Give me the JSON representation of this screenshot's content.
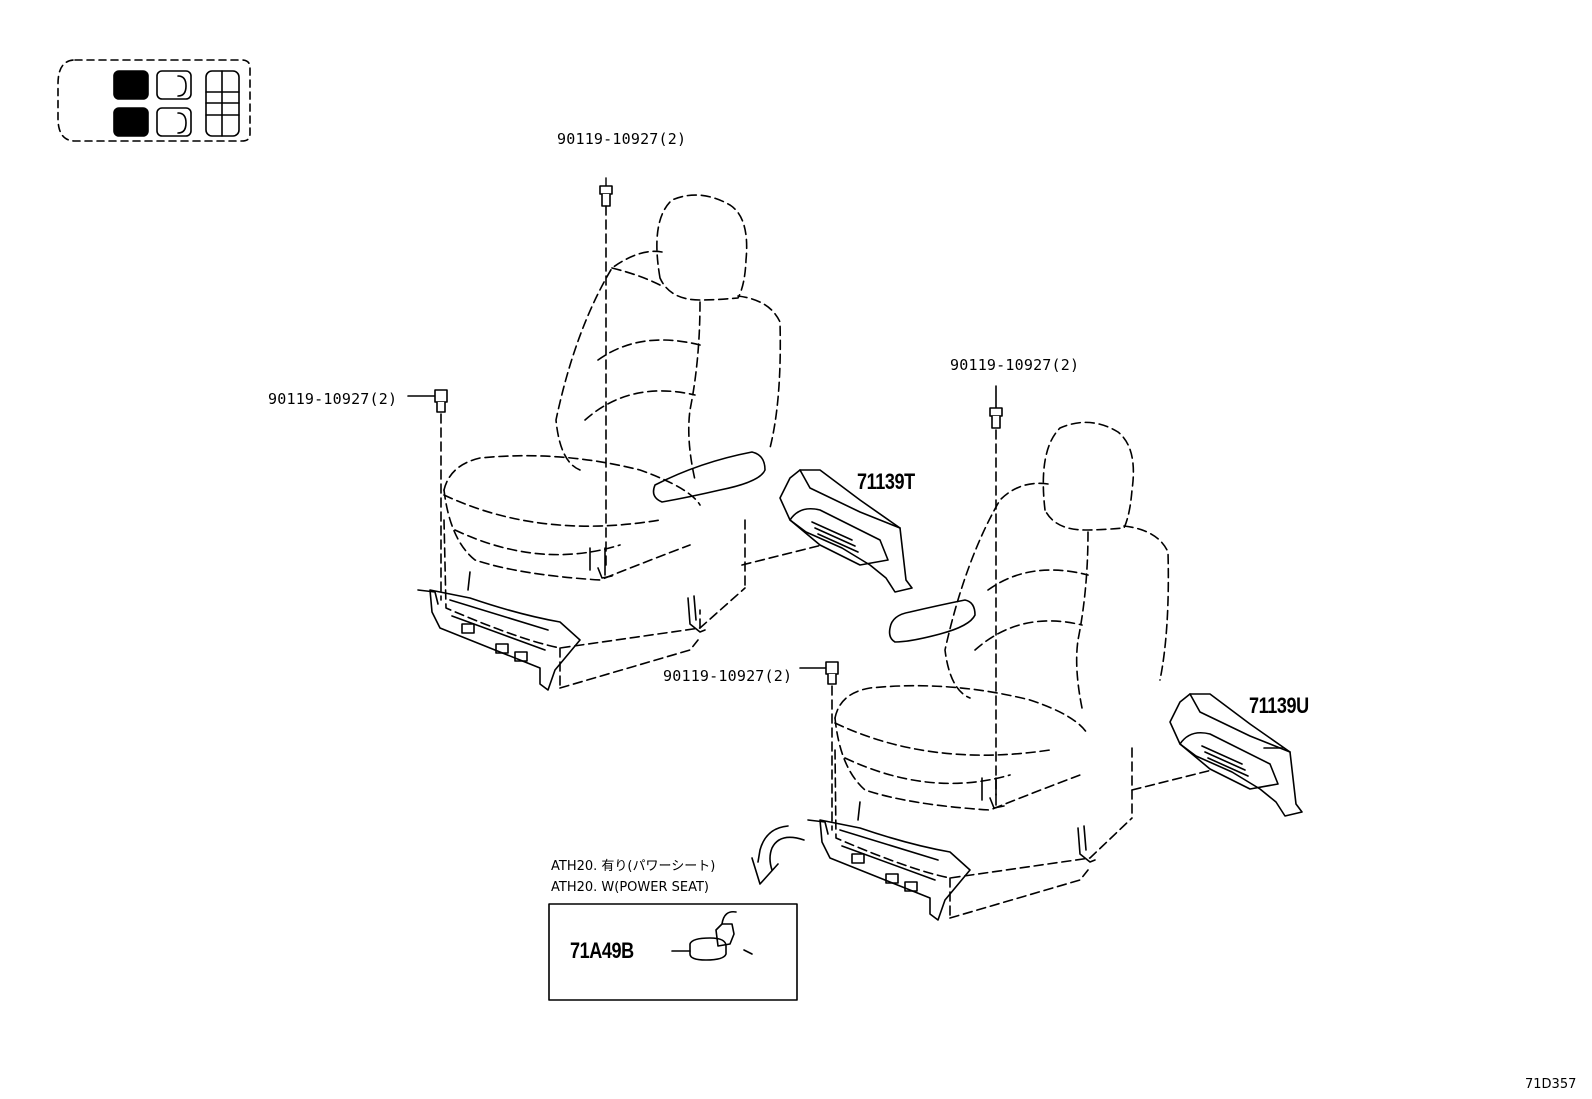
{
  "labels": {
    "bolt_upper_left": "90119-10927(2)",
    "bolt_left": "90119-10927(2)",
    "bolt_upper_right": "90119-10927(2)",
    "bolt_lower_mid": "90119-10927(2)",
    "cover_right_upper": "71139T",
    "cover_right_lower": "71139U",
    "inset_note_jp": "ATH20. 有り(パワーシート)",
    "inset_note_en": "ATH20. W(POWER SEAT)",
    "inset_part": "71A49B",
    "drawing_ref": "71D357"
  },
  "locator": {
    "highlighted_positions": [
      "front-left",
      "rear-left-front-row"
    ],
    "icon": "vehicle-seat-locator-icon"
  },
  "colors": {
    "line": "#000000",
    "background": "#ffffff",
    "highlight": "#000000"
  }
}
